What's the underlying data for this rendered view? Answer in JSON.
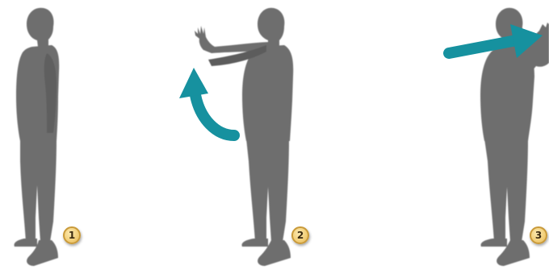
{
  "steps": [
    {
      "number": "1"
    },
    {
      "number": "2"
    },
    {
      "number": "3"
    }
  ],
  "colors": {
    "silhouette": "#6e6e6e",
    "arrow": "#16919f",
    "badge_fill": "#f3cf78",
    "badge_border": "#c99a3a"
  },
  "icons": [
    "person-silhouette-icon",
    "curved-arrow-up-icon",
    "straight-arrow-right-icon"
  ]
}
